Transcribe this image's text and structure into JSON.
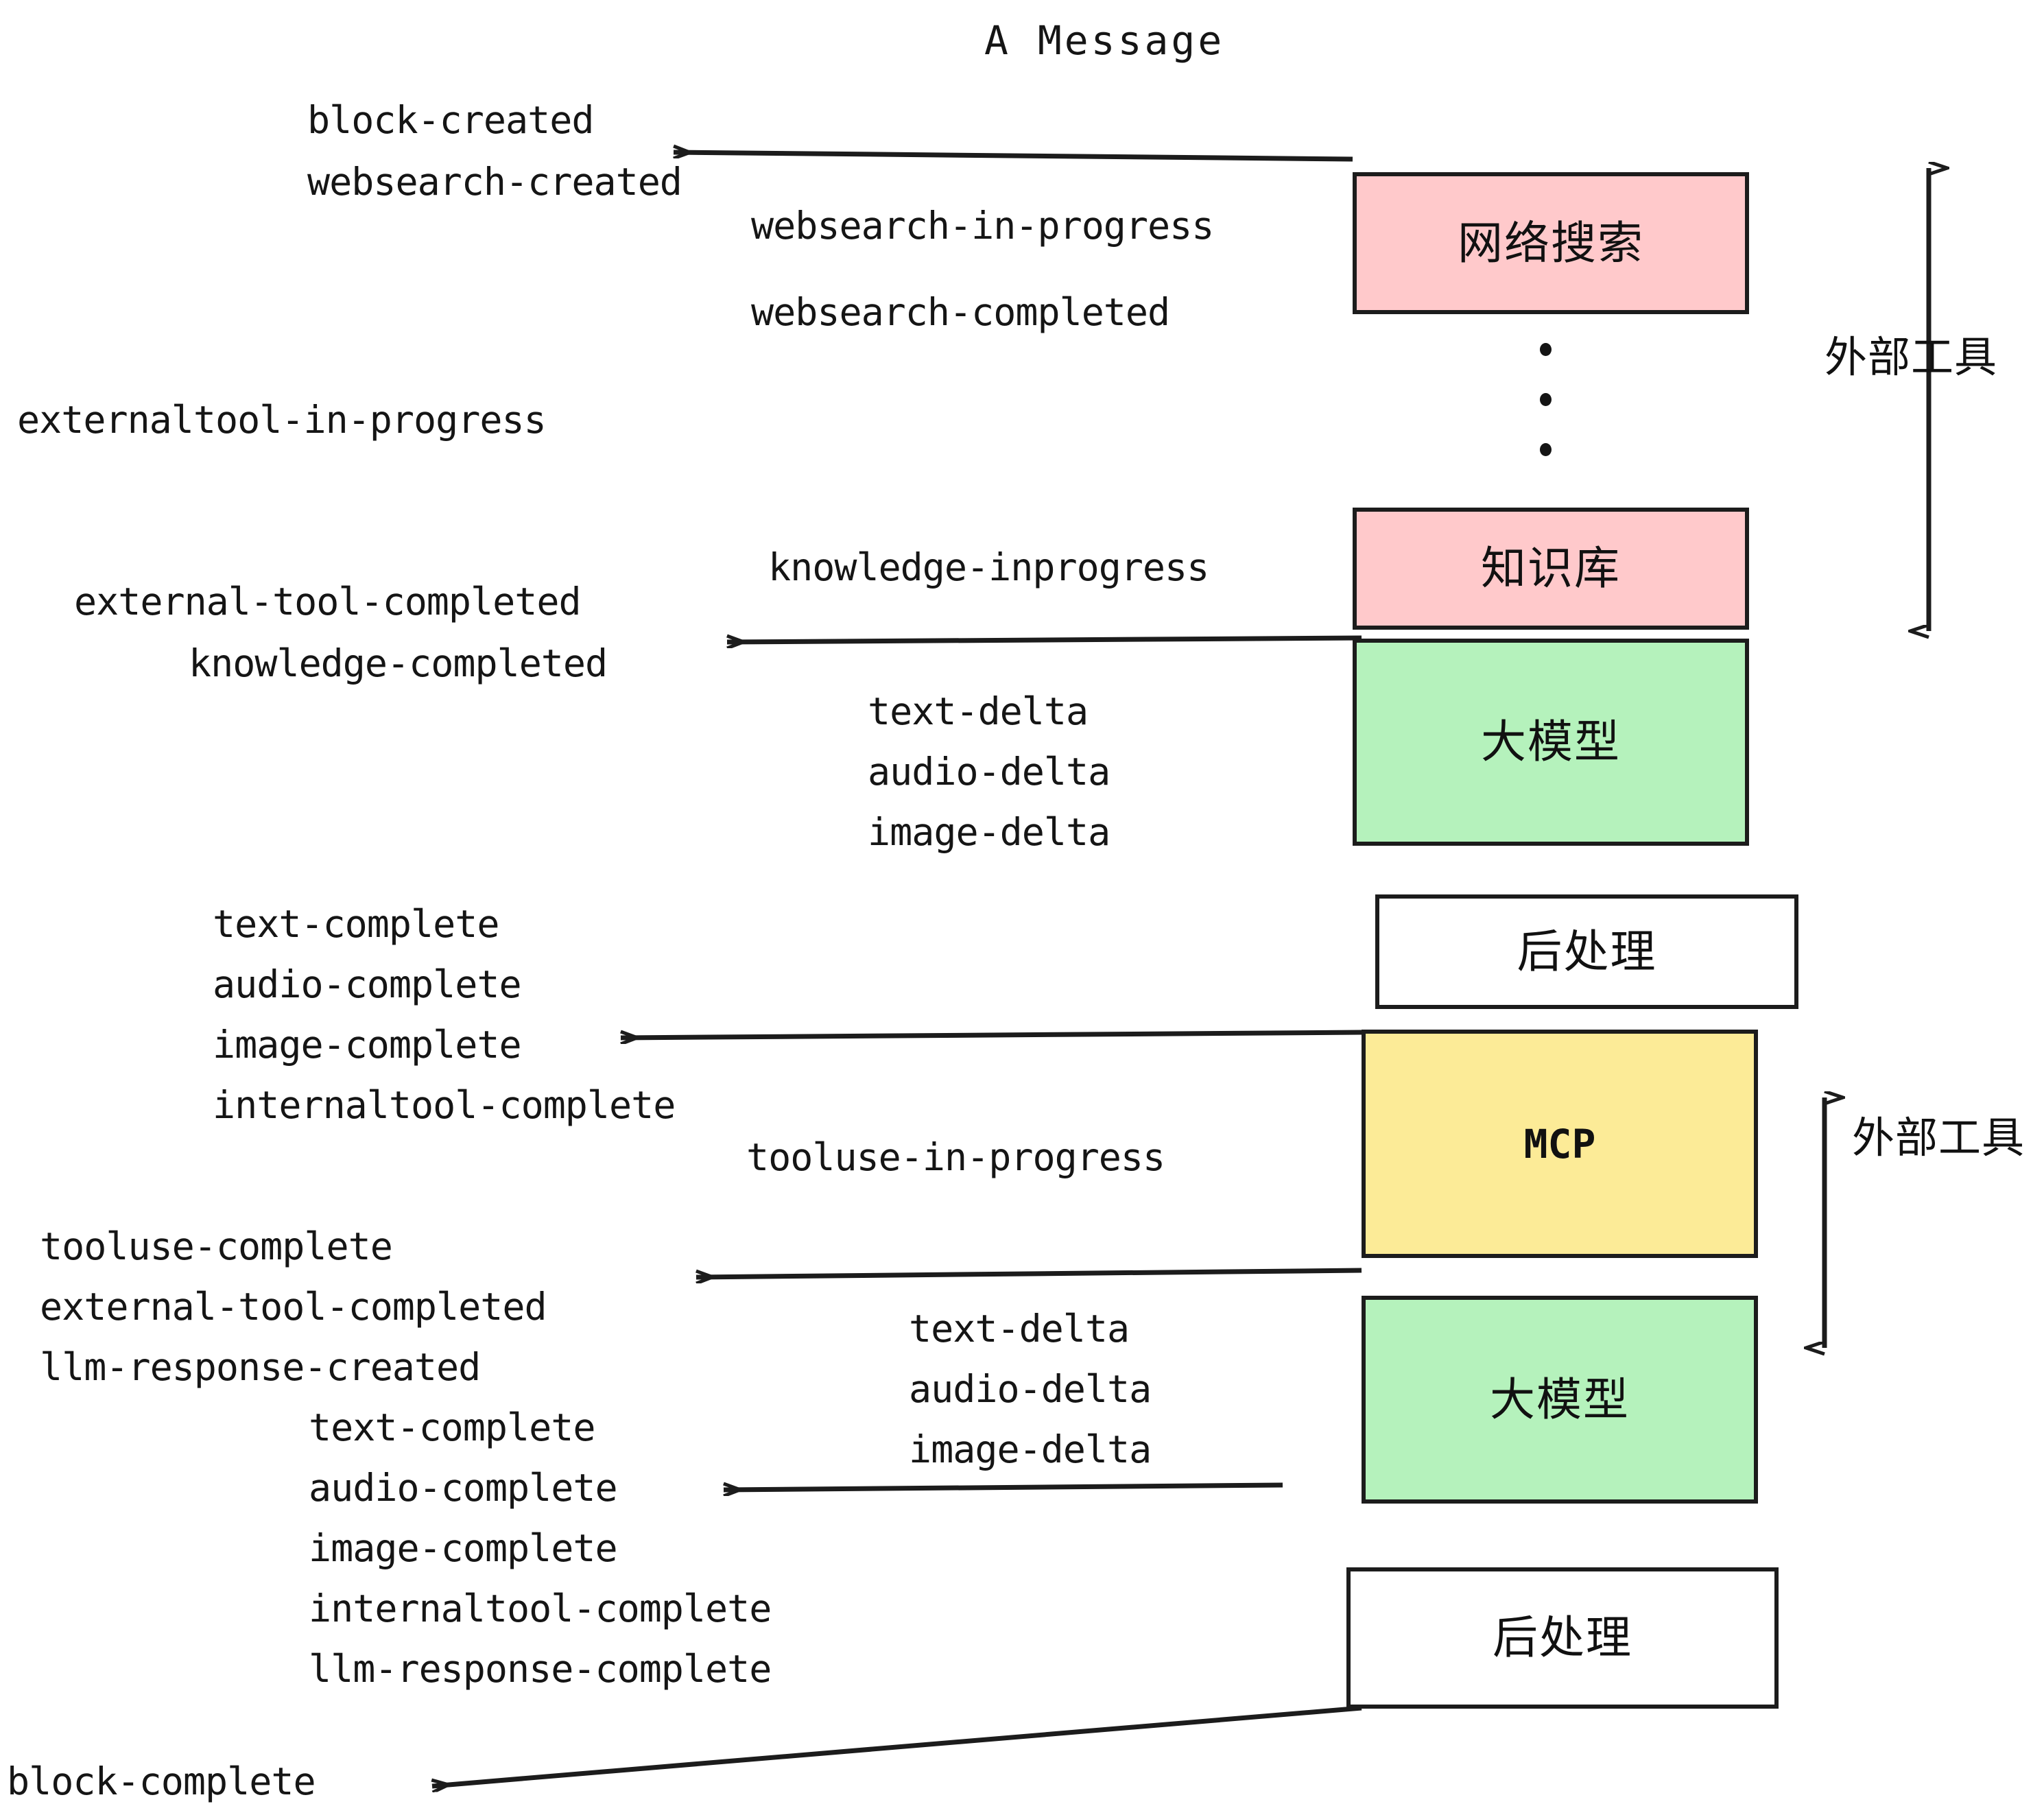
{
  "title": "A Message",
  "colors": {
    "external_tool_box": "#FFC9CB",
    "llm_box": "#B5F2BC",
    "mcp_box": "#FCEB97",
    "postprocess_box": "#FFFFFF",
    "stroke": "#1c1c1c",
    "text": "#151515",
    "background": "#FFFFFF"
  },
  "nodes": [
    {
      "id": "websearch",
      "label": "网络搜索",
      "fill": "#FFC9CB"
    },
    {
      "id": "knowledge",
      "label": "知识库",
      "fill": "#FFC9CB"
    },
    {
      "id": "llm-top",
      "label": "大模型",
      "fill": "#B5F2BC"
    },
    {
      "id": "postprocess-top",
      "label": "后处理",
      "fill": "#FFFFFF"
    },
    {
      "id": "mcp",
      "label": "MCP",
      "fill": "#FCEB97"
    },
    {
      "id": "llm-bottom",
      "label": "大模型",
      "fill": "#B5F2BC"
    },
    {
      "id": "postprocess-bottom",
      "label": "后处理",
      "fill": "#FFFFFF"
    }
  ],
  "side_labels": [
    {
      "id": "external-tool-top",
      "label": "外部工具"
    },
    {
      "id": "external-tool-bottom",
      "label": "外部工具"
    }
  ],
  "events": [
    {
      "id": "block-created",
      "label": "block-created"
    },
    {
      "id": "websearch-created",
      "label": "websearch-created"
    },
    {
      "id": "websearch-in-progress",
      "label": "websearch-in-progress"
    },
    {
      "id": "websearch-completed",
      "label": "websearch-completed"
    },
    {
      "id": "externaltool-in-progress",
      "label": "externaltool-in-progress"
    },
    {
      "id": "knowledge-inprogress",
      "label": "knowledge-inprogress"
    },
    {
      "id": "external-tool-completed-1",
      "label": "external-tool-completed"
    },
    {
      "id": "knowledge-completed",
      "label": "knowledge-completed"
    },
    {
      "id": "text-delta-1",
      "label": "text-delta"
    },
    {
      "id": "audio-delta-1",
      "label": "audio-delta"
    },
    {
      "id": "image-delta-1",
      "label": "image-delta"
    },
    {
      "id": "text-complete-1",
      "label": "text-complete"
    },
    {
      "id": "audio-complete-1",
      "label": "audio-complete"
    },
    {
      "id": "image-complete-1",
      "label": "image-complete"
    },
    {
      "id": "internaltool-complete-1",
      "label": "internaltool-complete"
    },
    {
      "id": "tooluse-in-progress",
      "label": "tooluse-in-progress"
    },
    {
      "id": "tooluse-complete",
      "label": "tooluse-complete"
    },
    {
      "id": "external-tool-completed-2",
      "label": "external-tool-completed"
    },
    {
      "id": "llm-response-created",
      "label": "llm-response-created"
    },
    {
      "id": "text-delta-2",
      "label": "text-delta"
    },
    {
      "id": "audio-delta-2",
      "label": "audio-delta"
    },
    {
      "id": "image-delta-2",
      "label": "image-delta"
    },
    {
      "id": "text-complete-2",
      "label": "text-complete"
    },
    {
      "id": "audio-complete-2",
      "label": "audio-complete"
    },
    {
      "id": "image-complete-2",
      "label": "image-complete"
    },
    {
      "id": "internaltool-complete-2",
      "label": "internaltool-complete"
    },
    {
      "id": "llm-response-complete",
      "label": "llm-response-complete"
    },
    {
      "id": "block-complete",
      "label": "block-complete"
    }
  ]
}
